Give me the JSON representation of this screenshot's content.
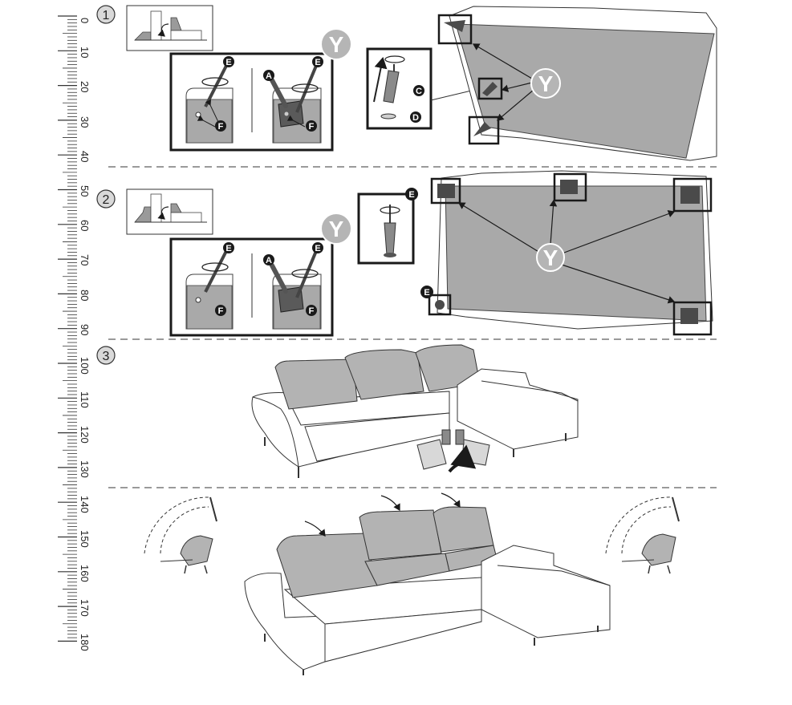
{
  "ruler": {
    "labels": [
      "0",
      "10",
      "20",
      "30",
      "40",
      "50",
      "60",
      "70",
      "80",
      "90",
      "100",
      "110",
      "120",
      "130",
      "140",
      "150",
      "160",
      "170",
      "180"
    ]
  },
  "steps": [
    {
      "number": "1"
    },
    {
      "number": "2"
    },
    {
      "number": "3"
    }
  ],
  "callouts": {
    "part_y": "Y",
    "part_a": "A",
    "part_c": "C",
    "part_d": "D",
    "part_e": "E",
    "part_f": "F"
  },
  "colors": {
    "panel_gray": "#a9a9a9",
    "cushion_gray": "#b3b3b3",
    "dark_part": "#4a4a4a",
    "line": "#1a1a1a",
    "divider": "#9a9a9a"
  }
}
